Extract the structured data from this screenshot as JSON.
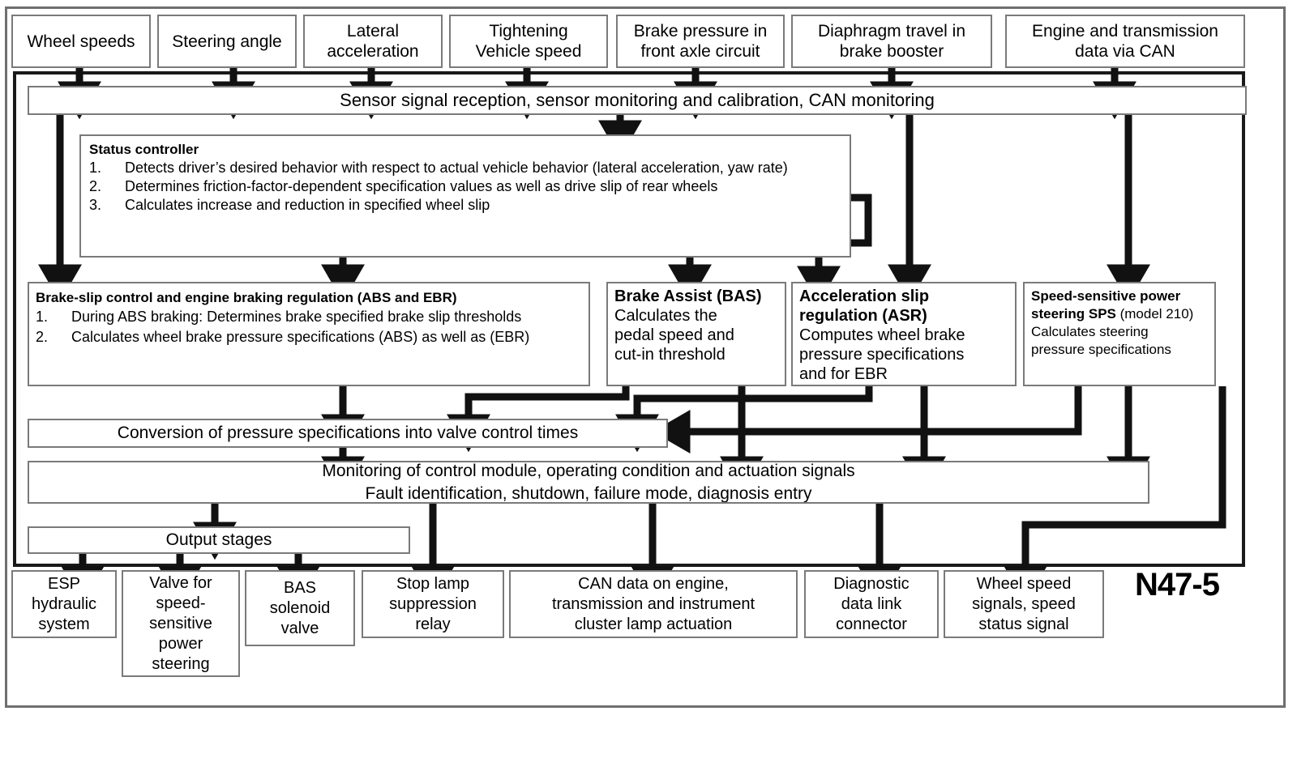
{
  "diagram": {
    "code_label": "N47-5",
    "colors": {
      "line": "#111111",
      "box_border": "#7a7a7a",
      "frame": "#6f6f6f",
      "ecu_frame": "#1a1a1a",
      "background": "#ffffff"
    }
  },
  "inputs": [
    {
      "id": "wheel-speeds",
      "label": "Wheel speeds"
    },
    {
      "id": "steering-angle",
      "label": "Steering angle"
    },
    {
      "id": "lateral-accel",
      "label": "Lateral\nacceleration"
    },
    {
      "id": "vehicle-speed",
      "label": "Tightening\nVehicle speed"
    },
    {
      "id": "brake-pressure",
      "label": "Brake pressure in\nfront axle circuit"
    },
    {
      "id": "diaphragm-travel",
      "label": "Diaphragm travel in\nbrake booster"
    },
    {
      "id": "engine-can",
      "label": "Engine and transmission\ndata via CAN"
    }
  ],
  "sensor_band": {
    "label": "Sensor signal reception, sensor monitoring and calibration, CAN monitoring"
  },
  "status_controller": {
    "heading": "Status controller",
    "items": [
      "Detects driver’s desired behavior with respect to actual vehicle behavior (lateral acceleration, yaw rate)",
      "Determines friction-factor-dependent specification values as well as drive slip of rear wheels",
      "Calculates increase and reduction in specified wheel slip"
    ]
  },
  "functions": {
    "abs_ebr": {
      "heading": "Brake-slip control and engine braking regulation (ABS and EBR)",
      "items": [
        "During ABS braking: Determines brake specified brake slip thresholds",
        "Calculates wheel brake pressure specifications (ABS) as well as (EBR)"
      ]
    },
    "bas": {
      "heading": "Brake Assist (BAS)",
      "body": "Calculates the\npedal speed and\ncut-in threshold"
    },
    "asr": {
      "heading": "Acceleration slip\nregulation (ASR)",
      "body": "Computes wheel brake\npressure specifications\nand for EBR"
    },
    "sps": {
      "heading": "Speed-sensitive power\nsteering SPS",
      "heading_suffix": " (model 210)",
      "body": "Calculates steering\npressure specifications"
    }
  },
  "conversion": {
    "label": "Conversion of pressure specifications into valve control times"
  },
  "monitoring": {
    "line1": "Monitoring of control module, operating condition and actuation signals",
    "line2": "Fault identification, shutdown, failure mode, diagnosis entry"
  },
  "output_stages": {
    "label": "Output stages"
  },
  "outputs": [
    {
      "id": "esp-hydraulic",
      "label": "ESP\nhydraulic\nsystem"
    },
    {
      "id": "sps-valve",
      "label": "Valve for\nspeed-\nsensitive\npower\nsteering"
    },
    {
      "id": "bas-solenoid",
      "label": "BAS\nsolenoid\nvalve"
    },
    {
      "id": "stop-lamp",
      "label": "Stop lamp\nsuppression\nrelay"
    },
    {
      "id": "can-data",
      "label": "CAN data on engine,\ntransmission and instrument\ncluster lamp actuation"
    },
    {
      "id": "diagnostic-dlc",
      "label": "Diagnostic\ndata link\nconnector"
    },
    {
      "id": "wheel-speed-out",
      "label": "Wheel speed\nsignals, speed\nstatus signal"
    }
  ]
}
